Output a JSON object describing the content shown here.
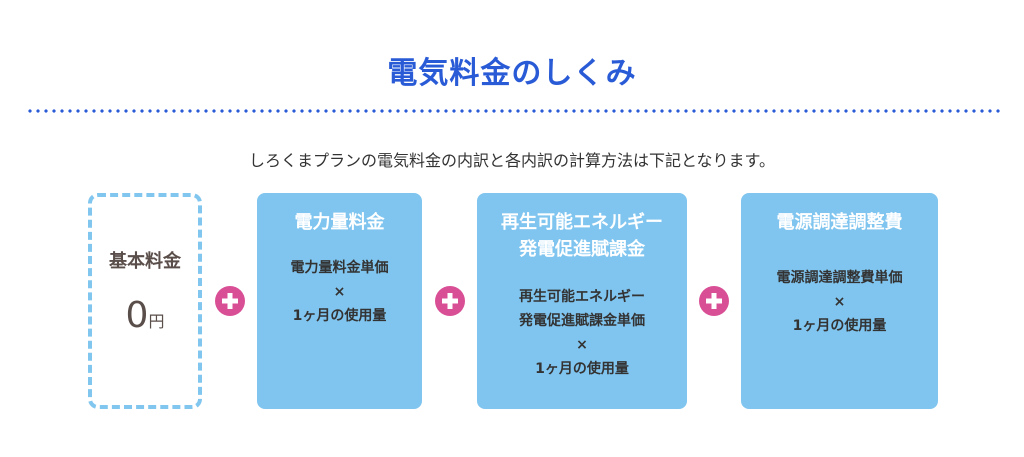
{
  "title": "電気料金のしくみ",
  "lead": "しろくまプランの電気料金の内訳と各内訳の計算方法は下記となります。",
  "basic": {
    "label": "基本料金",
    "value": "0",
    "unit": "円"
  },
  "boxes": [
    {
      "title": [
        "電力量料金"
      ],
      "formula": [
        "電力量料金単価",
        "×",
        "1ヶ月の使用量"
      ]
    },
    {
      "title": [
        "再生可能エネルギー",
        "発電促進賦課金"
      ],
      "formula": [
        "再生可能エネルギー",
        "発電促進賦課金単価",
        "×",
        "1ヶ月の使用量"
      ]
    },
    {
      "title": [
        "電源調達調整費"
      ],
      "formula": [
        "電源調達調整費単価",
        "×",
        "1ヶ月の使用量"
      ]
    }
  ]
}
